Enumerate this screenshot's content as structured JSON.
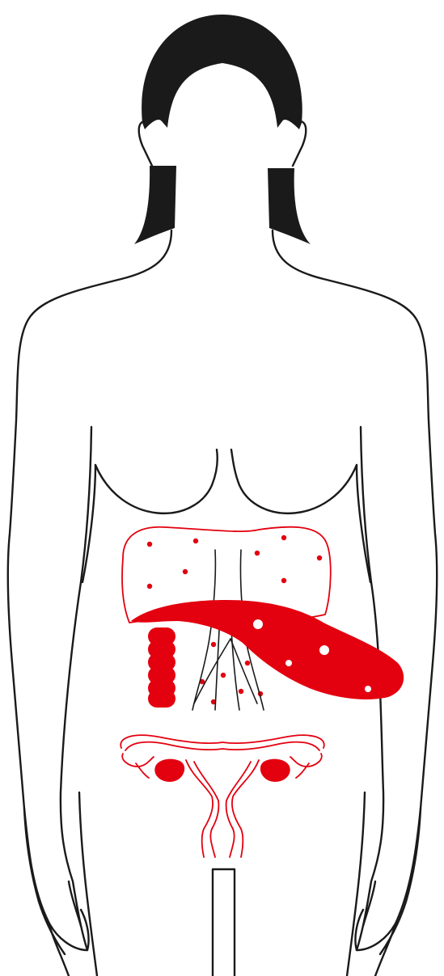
{
  "colors": {
    "accent": "#e3000f",
    "outline": "#1a1a1a",
    "background": "#ffffff"
  },
  "figure": {
    "subject": "female-body-outline",
    "highlighted_organs": [
      "stomach-outline",
      "pancreas",
      "small-intestine",
      "uterus-and-ovaries"
    ]
  }
}
